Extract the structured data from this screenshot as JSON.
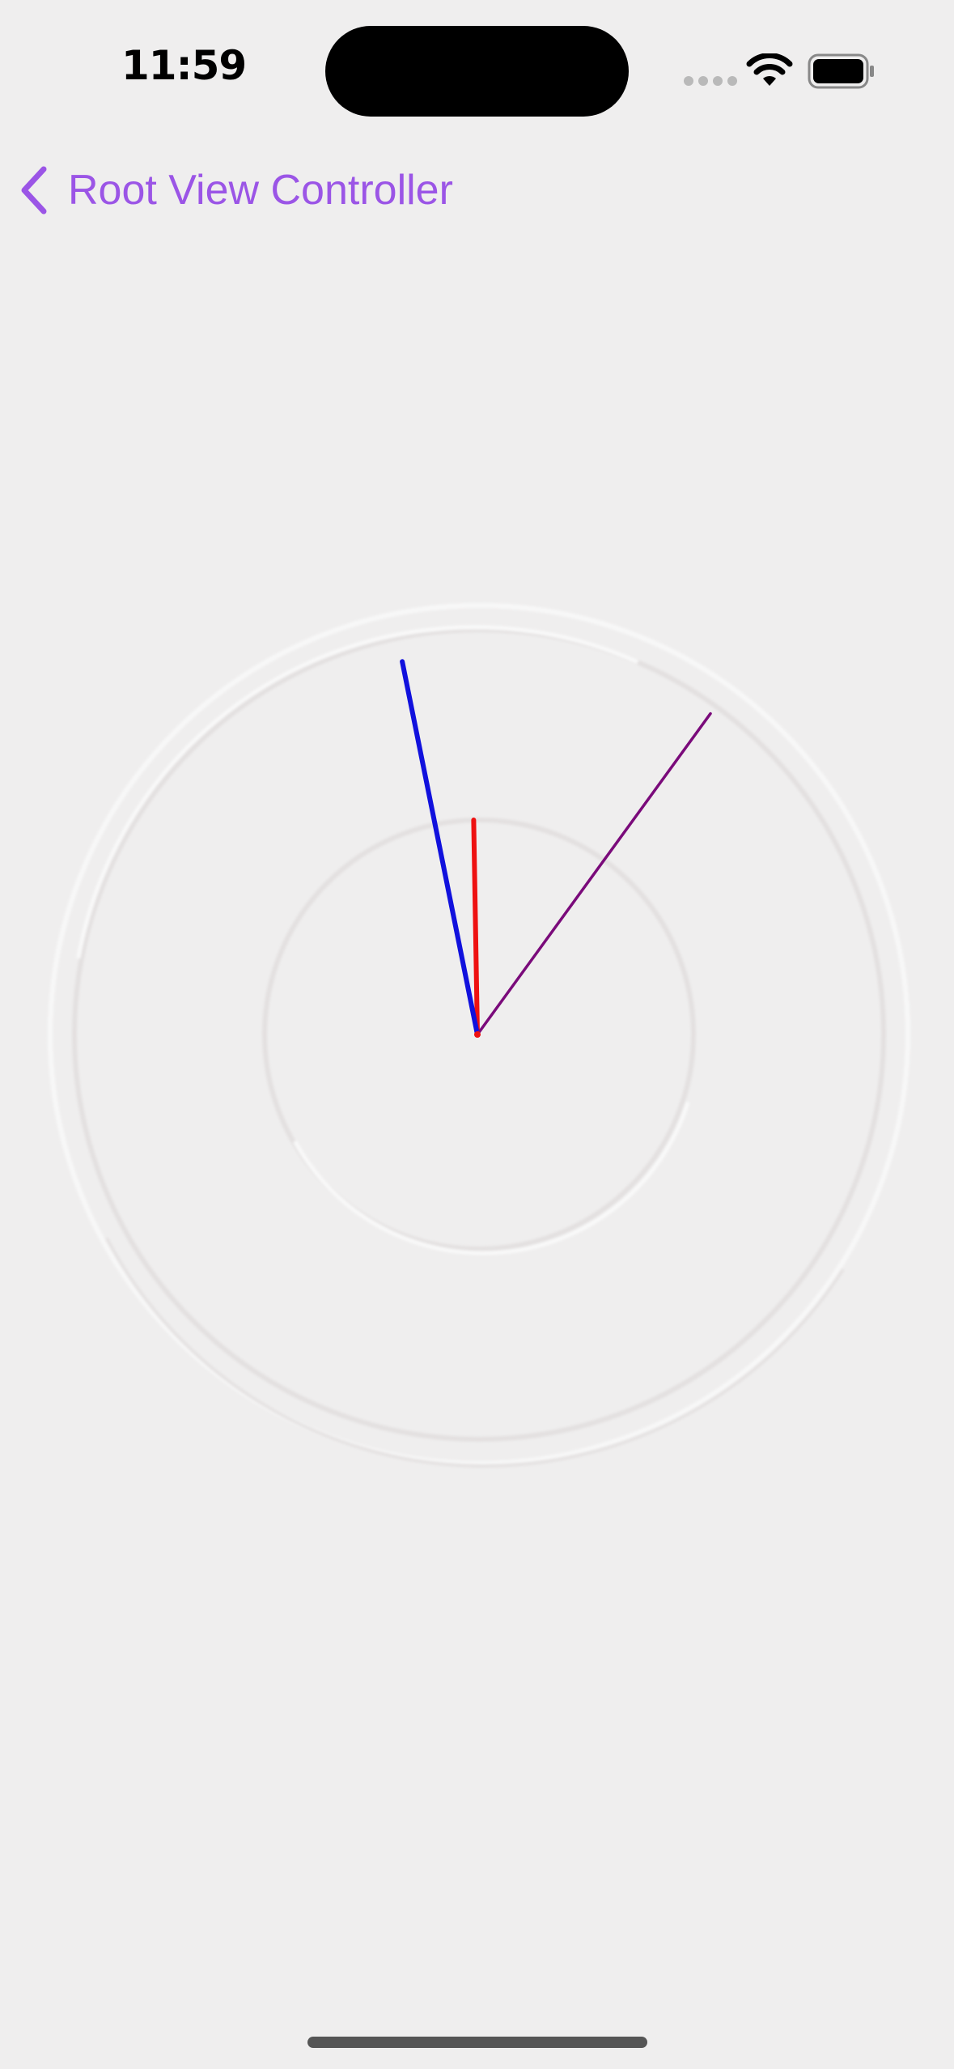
{
  "status_bar": {
    "time": "11:59"
  },
  "nav_bar": {
    "back_label": "Root View Controller",
    "back_icon": "chevron-left-icon",
    "tint_color": "#9b55e6"
  },
  "clock": {
    "hour": 11,
    "minute": 58,
    "second": 6,
    "colors": {
      "hour_hand": "#ee1111",
      "minute_hand": "#1111dd",
      "second_hand": "#7a0a7a"
    }
  }
}
